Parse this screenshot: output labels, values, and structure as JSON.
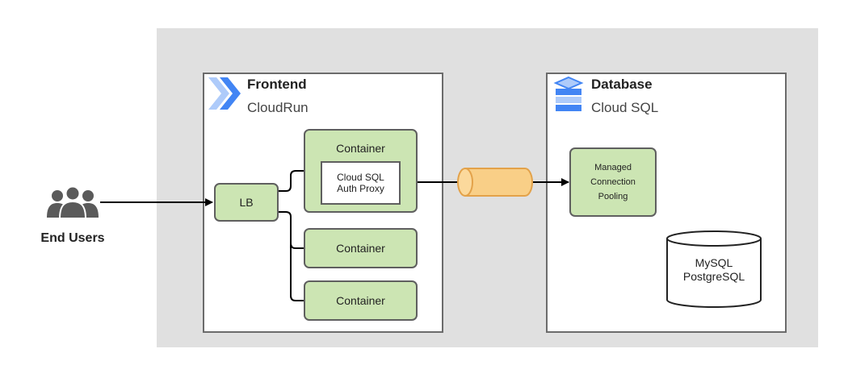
{
  "users": {
    "label": "End Users"
  },
  "frontend": {
    "title": "Frontend",
    "subtitle": "CloudRun"
  },
  "database": {
    "title": "Database",
    "subtitle": "Cloud SQL"
  },
  "nodes": {
    "lb": "LB",
    "container_1": "Container",
    "container_2": "Container",
    "container_3": "Container",
    "proxy_line1": "Cloud SQL",
    "proxy_line2": "Auth Proxy",
    "pooling_line1": "Managed",
    "pooling_line2": "Connection",
    "pooling_line3": "Pooling",
    "db_line1": "MySQL",
    "db_line2": "PostgreSQL"
  },
  "colors": {
    "region_bg": "#e0e0e0",
    "node_fill": "#cce5b3",
    "tunnel_fill": "#f9cf87",
    "tunnel_stroke": "#e3a24a",
    "cloudrun_blue": "#4285f4",
    "cloudsql_blue": "#4285f4"
  },
  "icons": {
    "users": "people-group-icon",
    "frontend": "cloud-run-icon",
    "database": "cloud-sql-icon"
  }
}
